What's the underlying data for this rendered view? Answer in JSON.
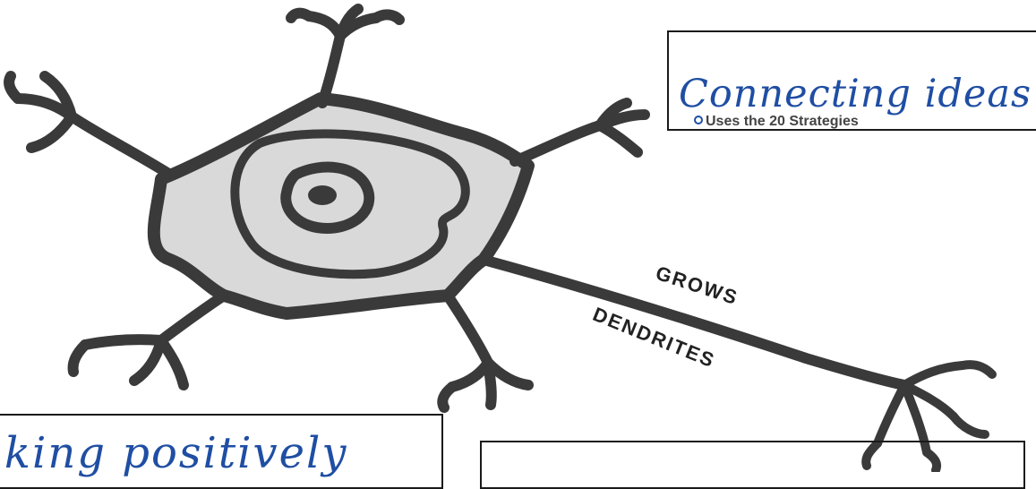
{
  "diagram": {
    "labels": {
      "grows": "GROWS",
      "dendrites": "DENDRITES"
    }
  },
  "notes": {
    "top_right": {
      "title": "Connecting ideas",
      "bullet": "Uses the 20 Strategies"
    },
    "bottom_left": {
      "title": "nking positively"
    },
    "bottom_right": {
      "title": ""
    }
  },
  "colors": {
    "ink_blue": "#1f4ea3",
    "cell_fill": "#d9d9d9",
    "cell_stroke": "#333333"
  }
}
